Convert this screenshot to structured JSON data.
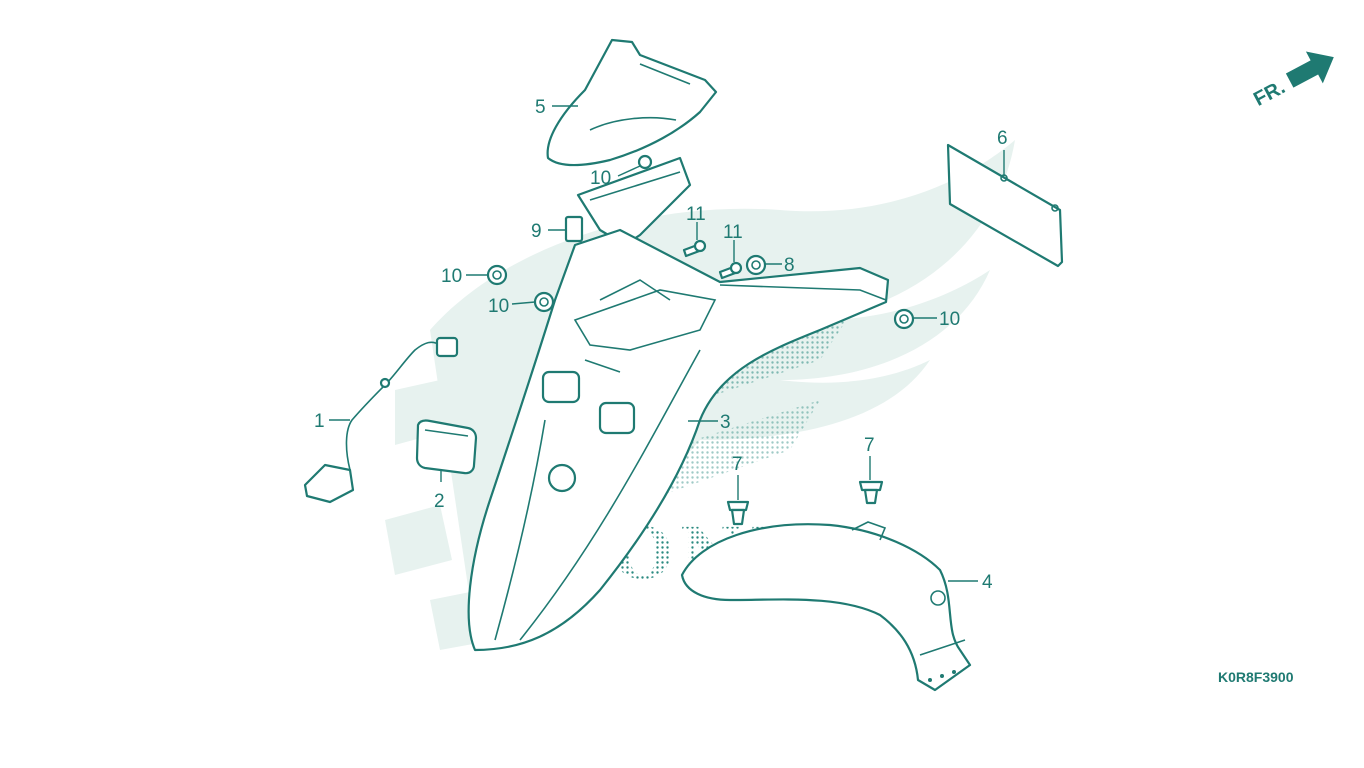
{
  "colors": {
    "line": "#1f7a72",
    "watermark": "#e7f2ef",
    "background": "#ffffff"
  },
  "watermark": {
    "brand": "HONDA"
  },
  "direction": {
    "label": "FR."
  },
  "drawing_code": "K0R8F3900",
  "callouts": {
    "c1": "1",
    "c2": "2",
    "c3": "3",
    "c4": "4",
    "c5": "5",
    "c6": "6",
    "c7a": "7",
    "c7b": "7",
    "c8": "8",
    "c9": "9",
    "c10a": "10",
    "c10b": "10",
    "c10c": "10",
    "c10d": "10",
    "c11a": "11",
    "c11b": "11"
  }
}
